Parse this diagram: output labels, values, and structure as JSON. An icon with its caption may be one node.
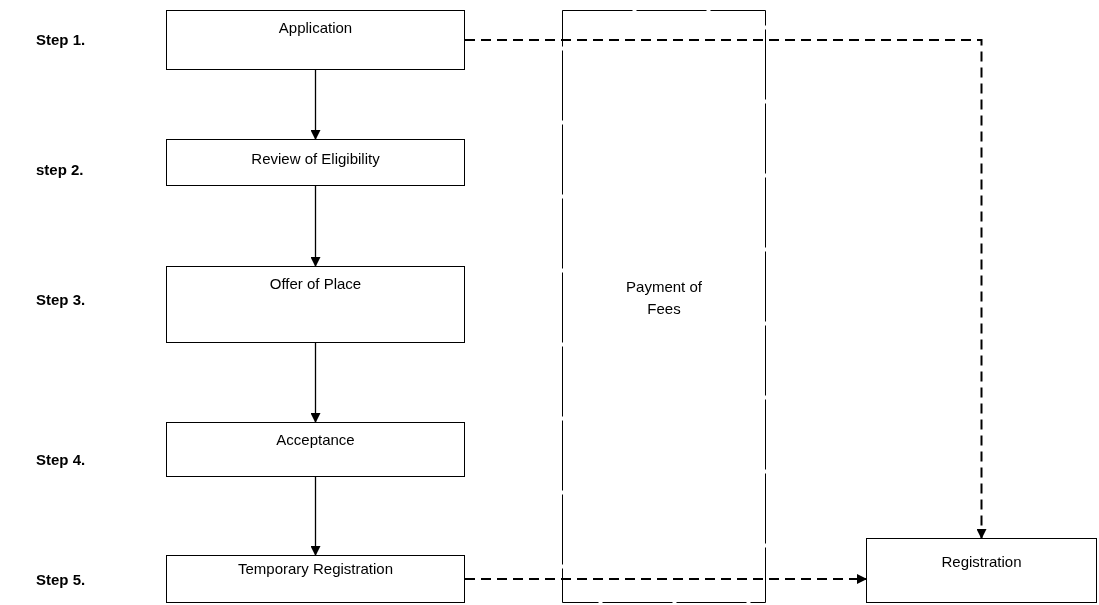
{
  "diagram": {
    "nodes": [
      {
        "text": [
          "Application"
        ]
      },
      {
        "text": [
          "Review of Eligibility"
        ]
      },
      {
        "text": [
          "Offer of Place"
        ]
      },
      {
        "text": [
          "Acceptance"
        ]
      },
      {
        "text": [
          "Temporary Registration"
        ]
      },
      {
        "text": [
          "Payment of Fees"
        ]
      },
      {
        "text": [
          "Registration"
        ]
      }
    ],
    "edges": [
      {
        "from": 0,
        "to": 1,
        "arrow": "to"
      },
      {
        "from": 1,
        "to": 2,
        "arrow": "to"
      },
      {
        "from": 2,
        "to": 3,
        "arrow": "to"
      },
      {
        "from": 3,
        "to": 4,
        "arrow": "to"
      },
      {
        "from": 0,
        "to": 6,
        "arrow": "to",
        "style": "dashed"
      },
      {
        "from": 4,
        "to": 6,
        "arrow": "to",
        "style": "dashed"
      }
    ],
    "labels": [
      "Step 1.",
      "step 2.",
      "Step 3.",
      "Step 4.",
      "Step 5."
    ]
  }
}
